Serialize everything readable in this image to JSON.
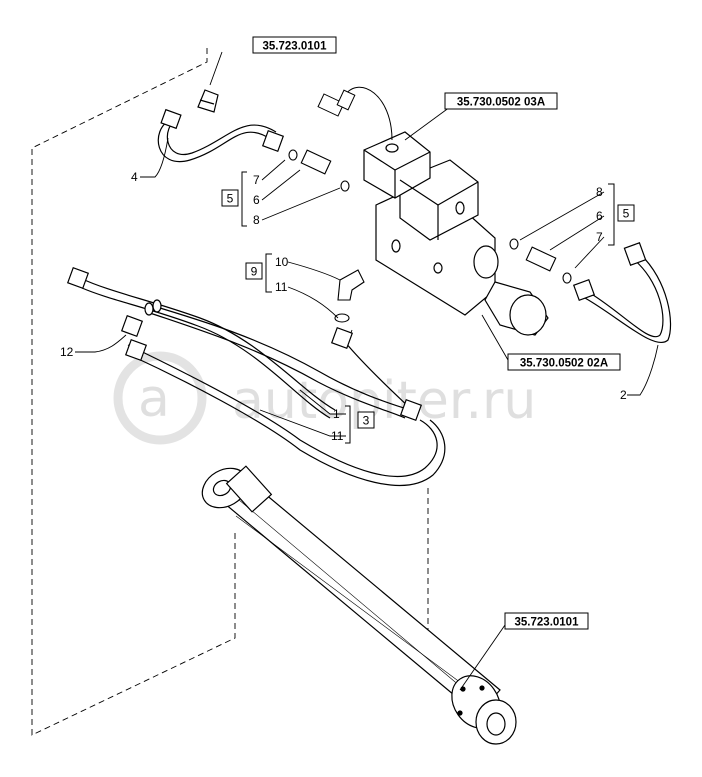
{
  "references": {
    "top_left": "35.723.0101",
    "top_right": "35.730.0502 03A",
    "mid_right": "35.730.0502 02A",
    "bottom": "35.723.0101"
  },
  "callouts": {
    "c4": "4",
    "c2": "2",
    "c12": "12",
    "c1": "1",
    "c11a": "11",
    "c11b": "11",
    "c10": "10",
    "c7a": "7",
    "c6a": "6",
    "c8a": "8",
    "c8b": "8",
    "c6b": "6",
    "c7b": "7"
  },
  "groups": {
    "g5_left": "5",
    "g5_right": "5",
    "g9": "9",
    "g3": "3"
  },
  "watermark": "autopiter.ru"
}
